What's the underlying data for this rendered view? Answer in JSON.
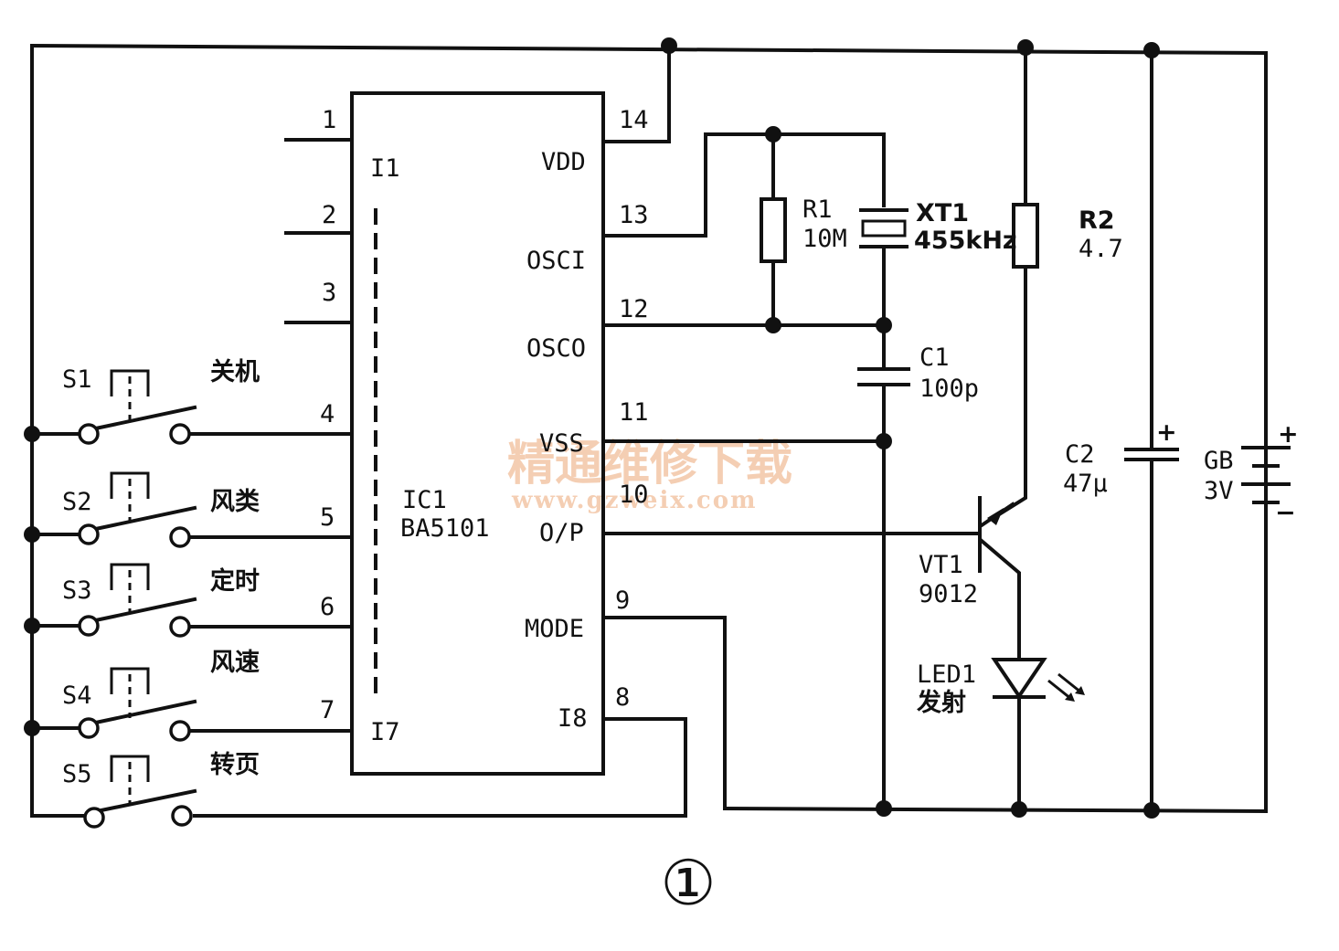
{
  "ic": {
    "ref": "IC1",
    "part": "BA5101",
    "top_left_label": "I1",
    "bottom_left_label": "I7"
  },
  "pins_left": [
    "1",
    "2",
    "3",
    "4",
    "5",
    "6",
    "7"
  ],
  "pins_right": {
    "vdd": "VDD",
    "osci": "OSCI",
    "osco": "OSCO",
    "vss": "VSS",
    "op": "O/P",
    "mode": "MODE",
    "i8": "I8"
  },
  "pin_numbers_right": [
    "14",
    "13",
    "12",
    "11",
    "10",
    "9",
    "8"
  ],
  "switches": [
    {
      "ref": "S1",
      "func": "关机"
    },
    {
      "ref": "S2",
      "func": "风类"
    },
    {
      "ref": "S3",
      "func": "定时"
    },
    {
      "ref": "S4",
      "func": "风速"
    },
    {
      "ref": "S5",
      "func": "转页"
    }
  ],
  "r1": {
    "ref": "R1",
    "value": "10M"
  },
  "xt1": {
    "ref": "XT1",
    "value": "455kHz"
  },
  "c1": {
    "ref": "C1",
    "value": "100p"
  },
  "r2": {
    "ref": "R2",
    "value": "4.7"
  },
  "c2": {
    "ref": "C2",
    "value": "47μ",
    "polarity": "+"
  },
  "gb": {
    "ref": "GB",
    "value": "3V",
    "plus": "+",
    "minus": "−"
  },
  "vt1": {
    "ref": "VT1",
    "value": "9012"
  },
  "led1": {
    "ref": "LED1",
    "func": "发射"
  },
  "watermark": {
    "cn": "精通维修下载",
    "url": "www.gzweix.com"
  },
  "figure_number": "①"
}
